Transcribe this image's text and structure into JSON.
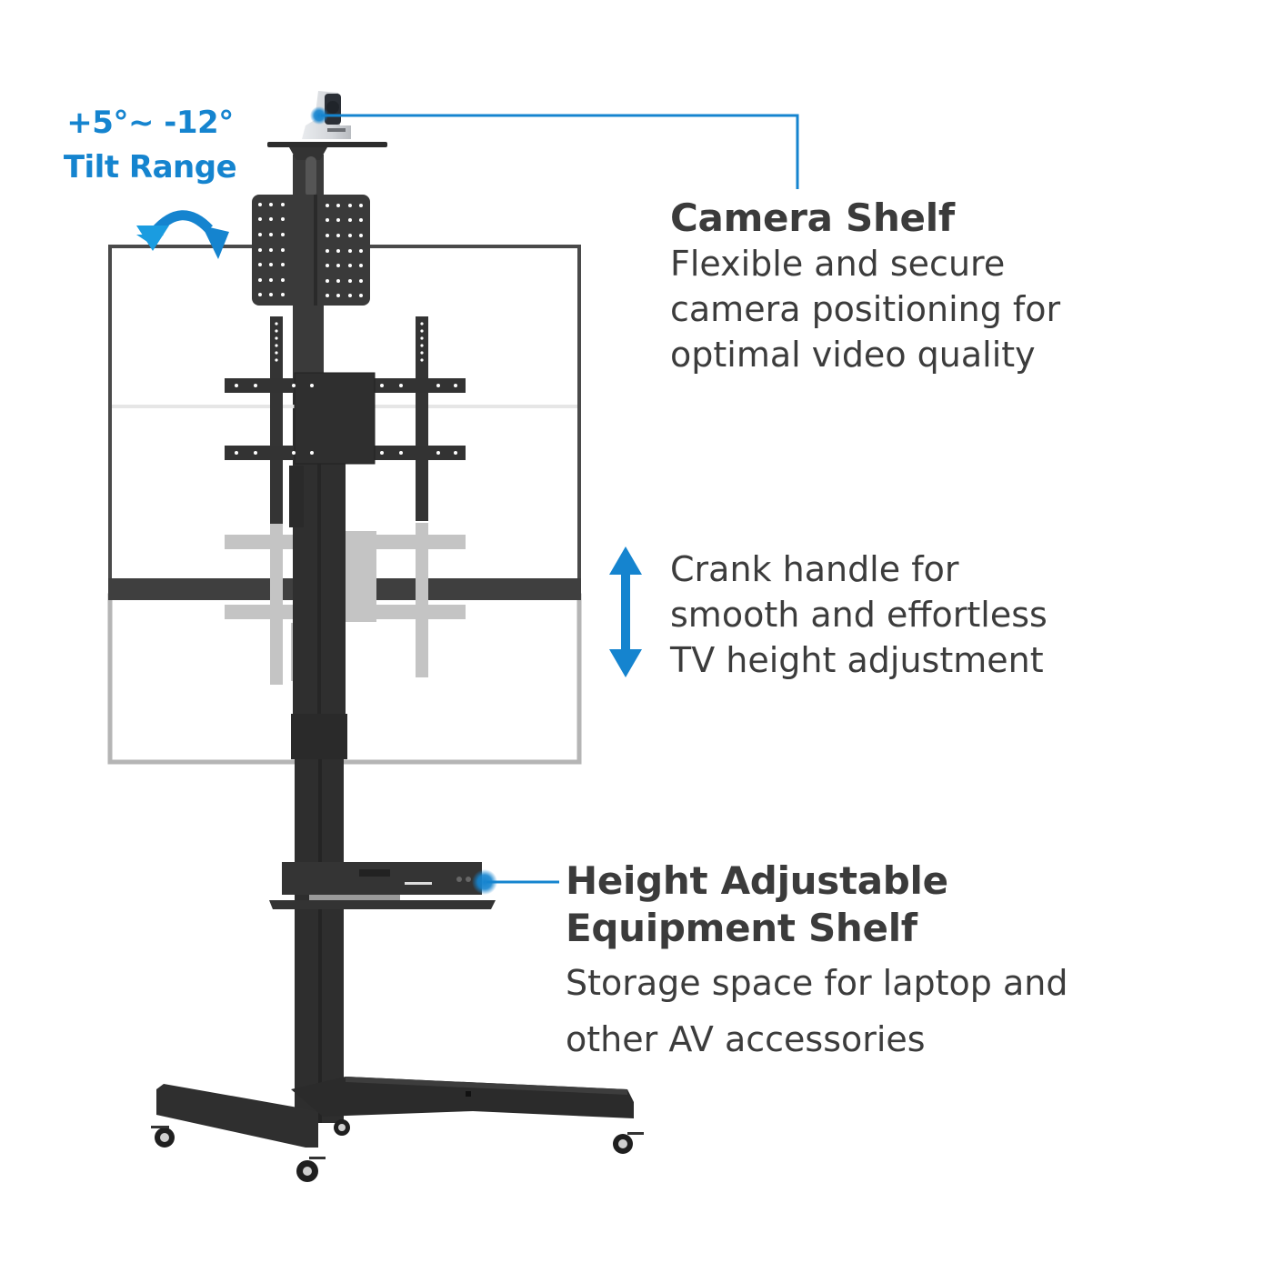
{
  "tilt": {
    "value": "+5°~ -12°",
    "label": "Tilt Range",
    "icon": "curved-double-arrow-icon"
  },
  "callouts": {
    "camera_shelf": {
      "title": "Camera Shelf",
      "lines": [
        "Flexible and secure",
        "camera positioning for",
        "optimal video quality"
      ]
    },
    "crank_handle": {
      "icon": "vertical-double-arrow-icon",
      "lines": [
        "Crank handle for",
        "smooth and effortless",
        "TV height adjustment"
      ]
    },
    "equipment_shelf": {
      "title_lines": [
        "Height Adjustable",
        "Equipment Shelf"
      ],
      "lines": [
        "Storage space for laptop and",
        "other AV accessories"
      ]
    }
  },
  "colors": {
    "accent_blue": "#1584cf",
    "text_dark": "#3a3a3a",
    "stand_black": "#2e2e2e",
    "ghost_gray": "#b9b9b9",
    "background": "#ffffff"
  }
}
